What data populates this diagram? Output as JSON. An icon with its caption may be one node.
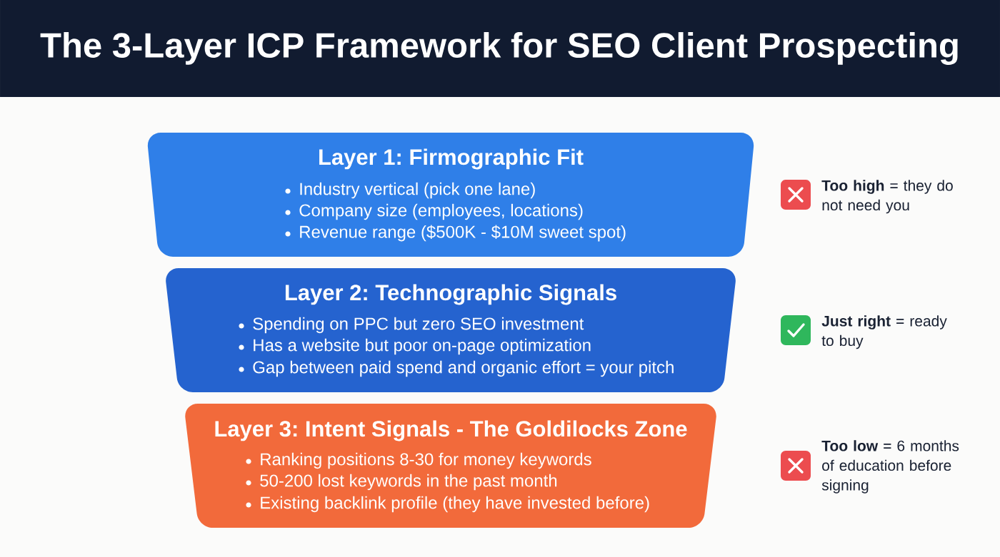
{
  "diagram": {
    "title": "The 3-Layer ICP Framework for SEO Client Prospecting",
    "nodes": [
      {
        "text": [
          "Layer 1: Firmographic Fit",
          "Industry vertical (pick one lane)",
          "Company size (employees, locations)",
          "Revenue range ($500K - $10M sweet spot)"
        ],
        "beside": [
          "**Too high** = they do not need you"
        ]
      },
      {
        "text": [
          "Layer 2: Technographic Signals",
          "Spending on PPC but zero SEO investment",
          "Has a website but poor on-page optimization",
          "Gap between paid spend and organic effort = your pitch"
        ],
        "beside": [
          "**Just right** = ready to buy"
        ]
      },
      {
        "text": [
          "Layer 3: Intent Signals - The Goldilocks Zone",
          "Ranking positions 8-30 for money keywords",
          "50-200 lost keywords in the past month",
          "Existing backlink profile (they have invested before)"
        ],
        "beside": [
          "**Too low** = 6 months of education before signing"
        ]
      }
    ],
    "edges": []
  }
}
